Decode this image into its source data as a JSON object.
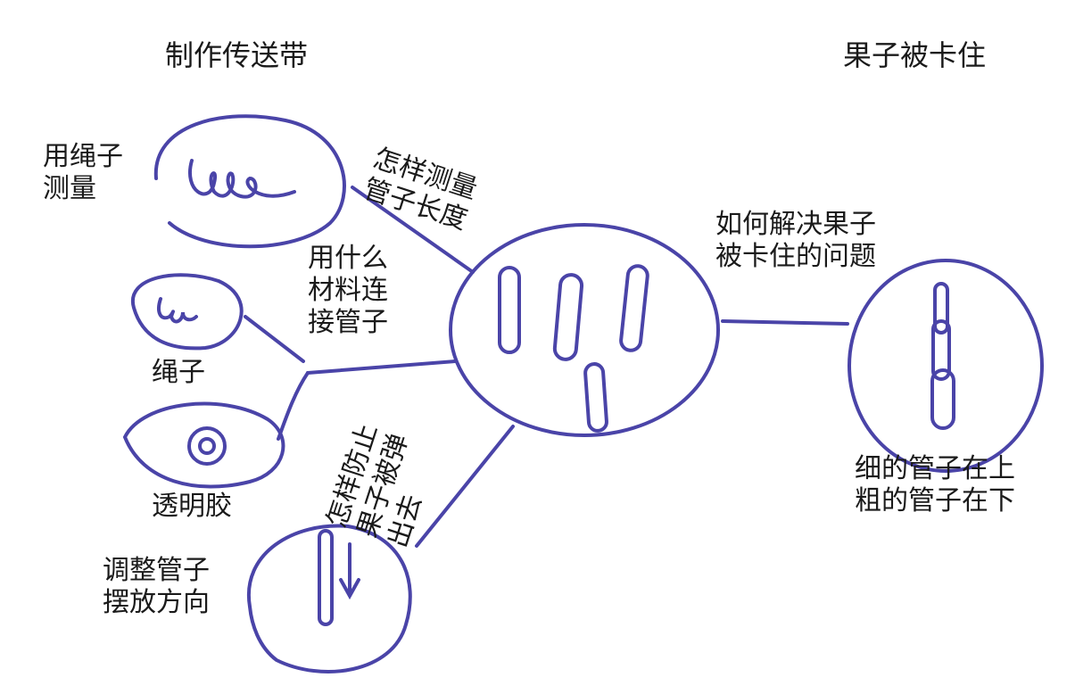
{
  "titles": {
    "left": "制作传送带",
    "right": "果子被卡住"
  },
  "nodes": {
    "measure_rope": "用绳子\n测量",
    "rope": "绳子",
    "tape": "透明胶",
    "adjust_direction": "调整管子\n摆放方向",
    "thin_thick": "细的管子在上\n粗的管子在下"
  },
  "questions": {
    "measure_length": "怎样测量\n管子长度",
    "connect_material": "用什么\n材料连\n接管子",
    "prevent_bounce": "怎样防止\n果子被弹\n出去",
    "solve_stuck": "如何解决果子\n被卡住的问题"
  },
  "colors": {
    "ink": "#4a44a8",
    "text": "#1a1a1a"
  }
}
